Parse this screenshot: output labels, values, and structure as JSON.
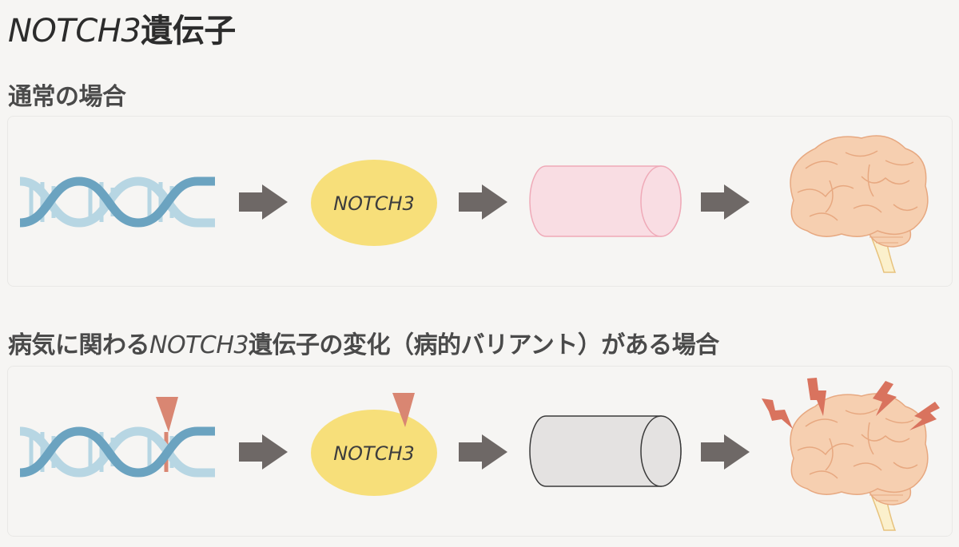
{
  "title": {
    "gene_italic": "NOTCH3",
    "suffix": "遺伝子"
  },
  "sections": {
    "normal": {
      "heading": "通常の場合",
      "protein_label": "NOTCH3"
    },
    "variant": {
      "heading_prefix": "病気に関わる",
      "heading_gene_italic": "NOTCH3",
      "heading_suffix": "遺伝子の変化（病的バリアント）がある場合",
      "protein_label": "NOTCH3"
    }
  },
  "colors": {
    "background": "#f6f5f3",
    "dna_dark": "#6ba3c0",
    "dna_light": "#b7d6e3",
    "arrow": "#6e6866",
    "protein": "#f7df7a",
    "cylinder_normal": "#f9dde3",
    "cylinder_normal_stroke": "#efaab8",
    "cylinder_abnormal": "#e4e2e1",
    "cylinder_abnormal_stroke": "#3a3a3a",
    "mutation_marker": "#d98672",
    "brain": "#f6cfb0",
    "brain_stroke": "#e7a880",
    "lightning": "#d9735e"
  },
  "icons": {
    "dna": "dna-helix-icon",
    "arrow": "right-arrow-icon",
    "protein": "protein-oval-icon",
    "cylinder": "blood-vessel-icon",
    "brain": "brain-icon",
    "lightning": "lightning-icon",
    "marker": "mutation-marker-icon"
  }
}
